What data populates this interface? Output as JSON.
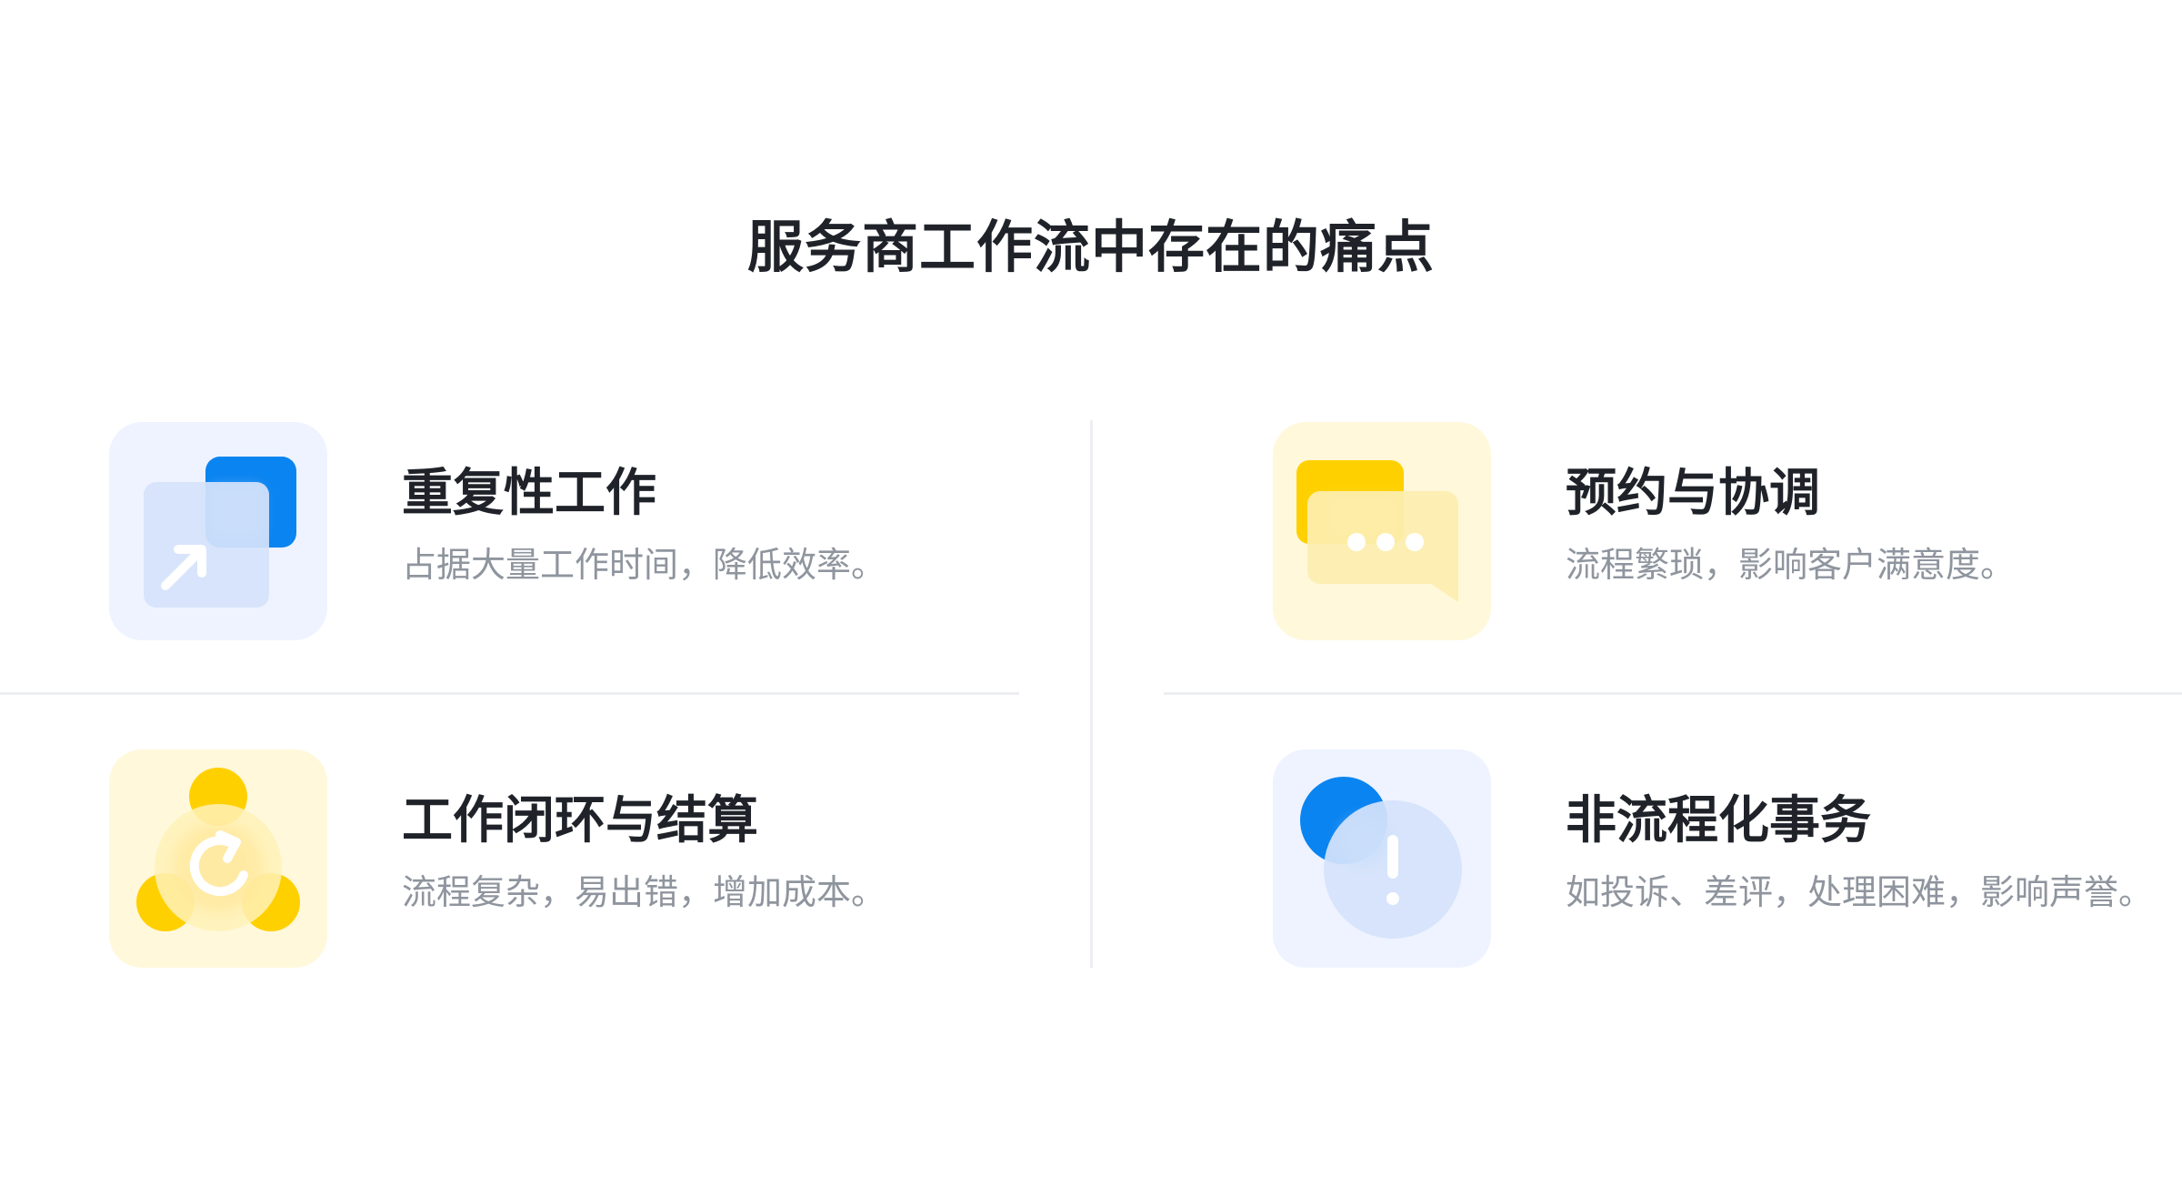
{
  "section_title": "服务商工作流中存在的痛点",
  "accent_colors": {
    "blue": "#0a84f0",
    "yellow": "#ffd000",
    "blue_bg": "#eef3ff",
    "yellow_bg": "#fff8db"
  },
  "pain_points": [
    {
      "title": "重复性工作",
      "description": "占据大量工作时间，降低效率。",
      "icon": "duplicate-arrow-icon"
    },
    {
      "title": "预约与协调",
      "description": "流程繁琐，影响客户满意度。",
      "icon": "chat-bubbles-icon"
    },
    {
      "title": "工作闭环与结算",
      "description": "流程复杂，易出错，增加成本。",
      "icon": "cycle-refresh-icon"
    },
    {
      "title": "非流程化事务",
      "description": "如投诉、差评，处理困难，影响声誉。",
      "icon": "alert-exclamation-icon"
    }
  ]
}
